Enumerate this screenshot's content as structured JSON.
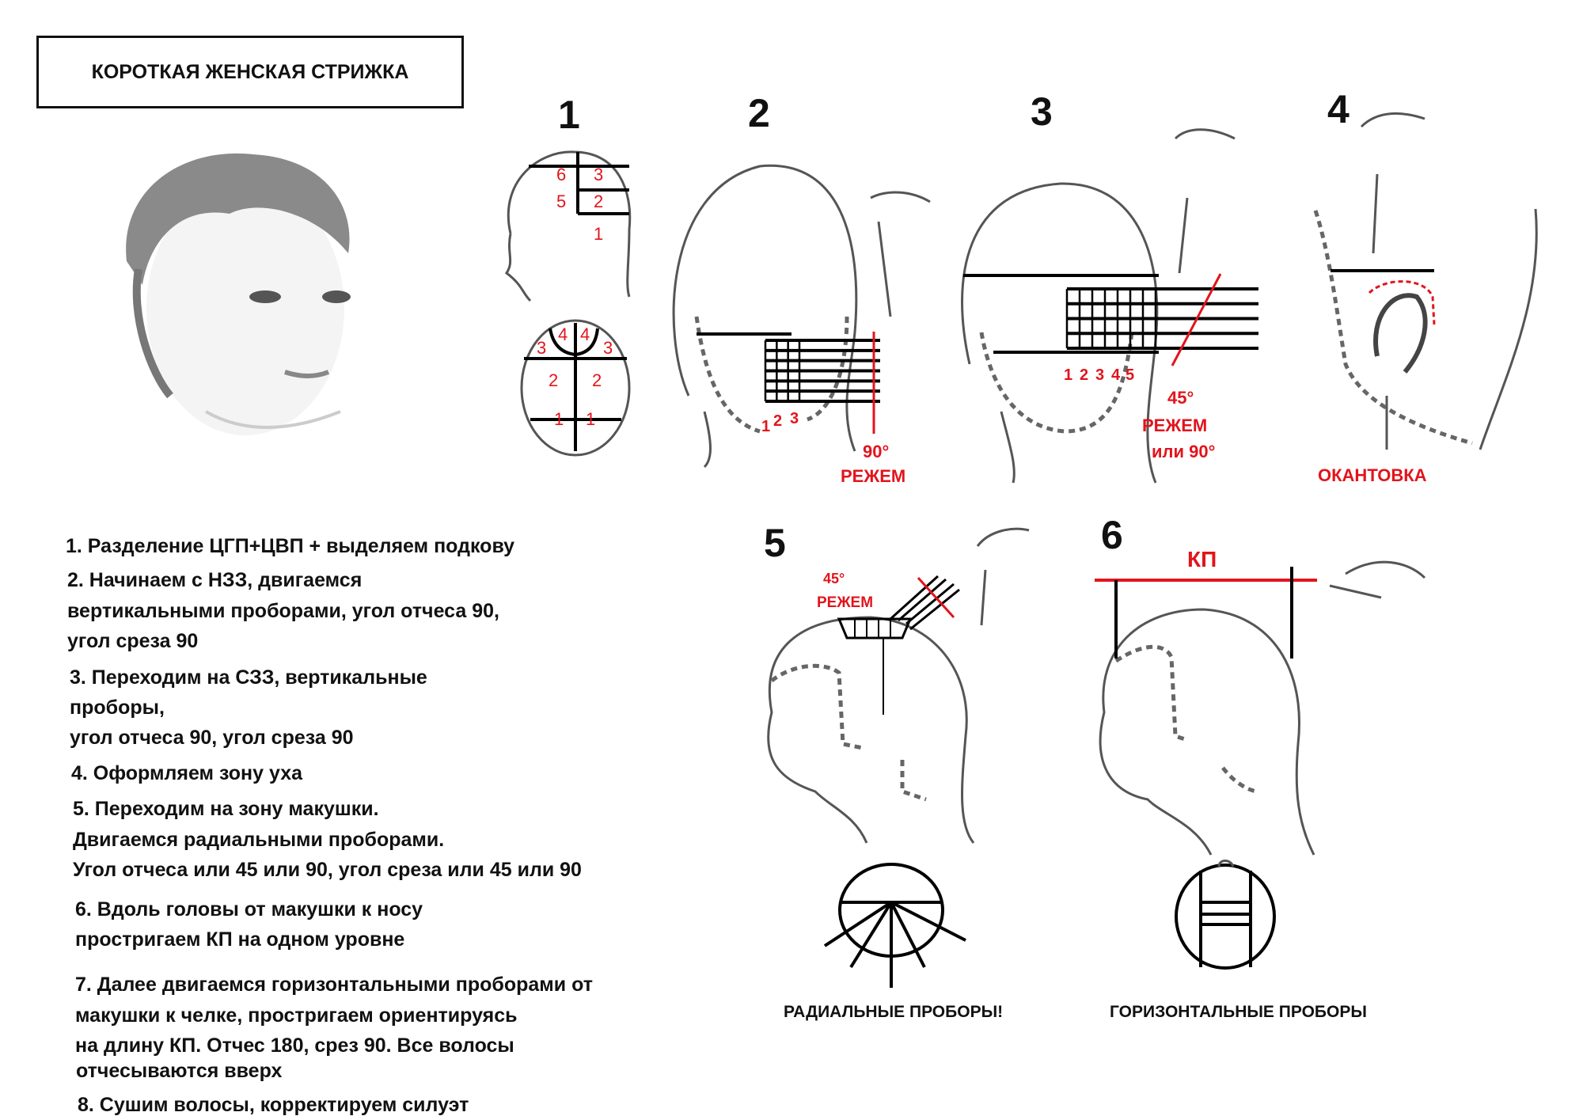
{
  "title": "КОРОТКАЯ ЖЕНСКАЯ СТРИЖКА",
  "steps": [
    "1. Разделение ЦГП+ЦВП + выделяем подкову",
    "2. Начинаем с НЗЗ, двигаемся",
    "вертикальными проборами, угол отчеса 90,",
    "угол среза 90",
    "3. Переходим на СЗЗ, вертикальные",
    "проборы,",
    "угол отчеса 90, угол среза 90",
    "4. Оформляем зону уха",
    "5. Переходим на зону макушки.",
    "Двигаемся радиальными проборами.",
    "Угол отчеса или 45 или 90, угол среза или 45 или 90",
    "6. Вдоль головы от макушки к носу",
    "простригаем КП на одном уровне",
    "7. Далее двигаемся горизонтальными проборами от",
    "макушки к челке, простригаем ориентируясь",
    "на длину КП. Отчес 180, срез 90. Все волосы",
    "отчесываются вверх",
    "8. Сушим волосы, корректируем силуэт"
  ],
  "figures": {
    "fig1": {
      "number": "1",
      "zones_side": [
        "6",
        "3",
        "5",
        "2",
        "1"
      ],
      "zones_back": [
        "4",
        "4",
        "3",
        "3",
        "2",
        "2",
        "1",
        "1"
      ]
    },
    "fig2": {
      "number": "2",
      "strands": [
        "1",
        "2",
        "3"
      ],
      "angle": "90°",
      "cut_label": "РЕЖЕМ"
    },
    "fig3": {
      "number": "3",
      "strands": [
        "1",
        "2",
        "3",
        "4",
        "5"
      ],
      "angle": "45°",
      "cut_label": "РЕЖЕМ",
      "alt_angle": "или 90°"
    },
    "fig4": {
      "number": "4",
      "label": "ОКАНТОВКА"
    },
    "fig5": {
      "number": "5",
      "angle": "45°",
      "cut_label": "РЕЖЕМ",
      "caption": "РАДИАЛЬНЫЕ ПРОБОРЫ!"
    },
    "fig6": {
      "number": "6",
      "line_label": "КП",
      "caption": "ГОРИЗОНТАЛЬНЫЕ ПРОБОРЫ"
    }
  },
  "colors": {
    "accent": "#e2141c",
    "ink": "#111111"
  }
}
